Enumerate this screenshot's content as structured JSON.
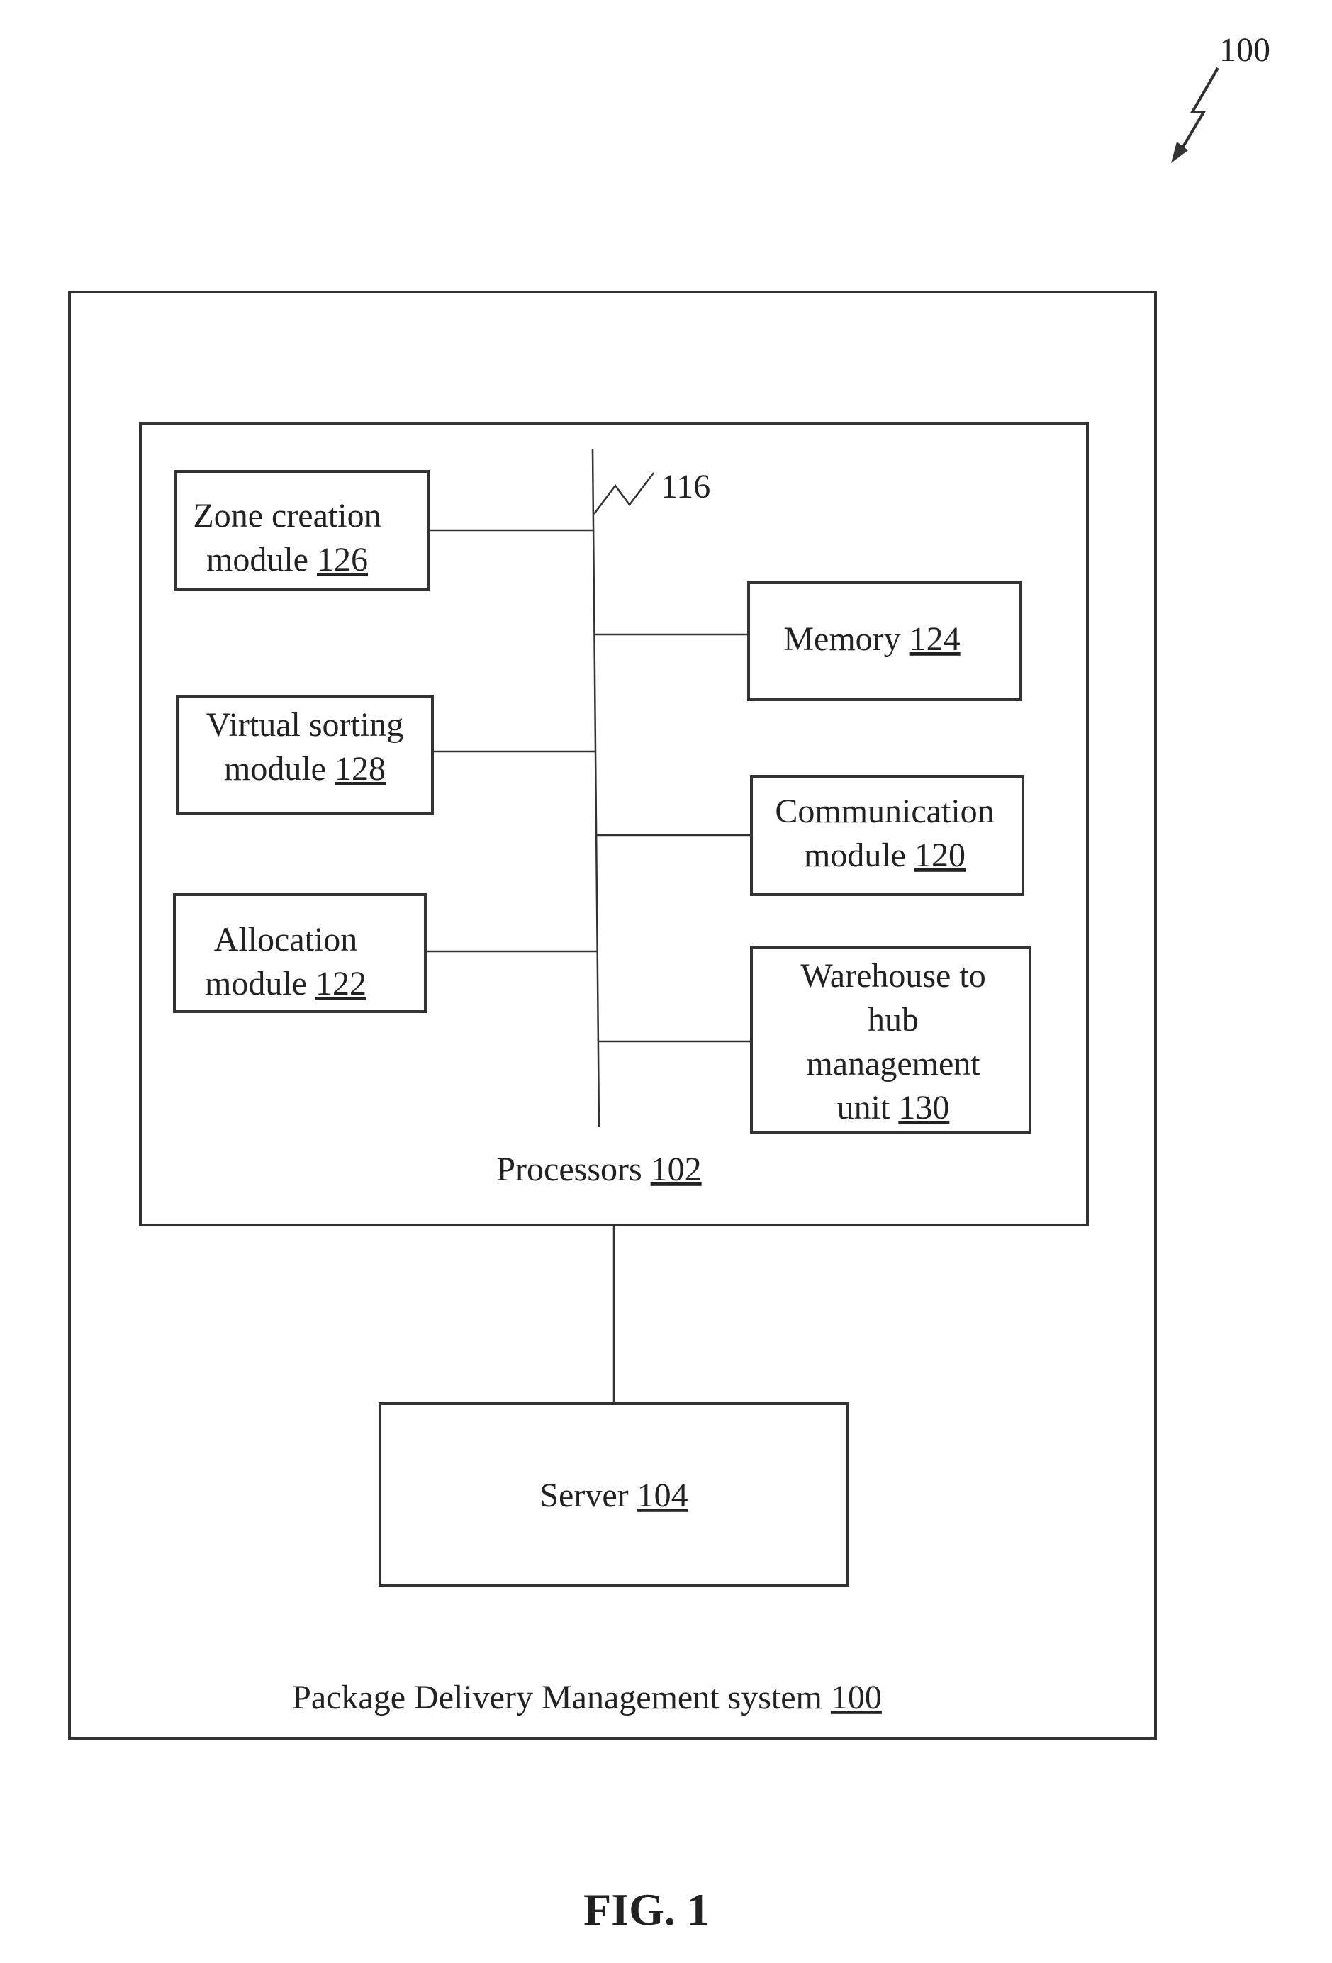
{
  "figure_ref": "100",
  "bus_ref": "116",
  "system": {
    "label": "Package Delivery Management system",
    "ref": "100"
  },
  "processors": {
    "label": "Processors",
    "ref": "102"
  },
  "server": {
    "label": "Server",
    "ref": "104"
  },
  "modules": {
    "zone_creation": {
      "line1": "Zone creation",
      "line2": "module",
      "ref": "126"
    },
    "virtual_sorting": {
      "line1": "Virtual sorting",
      "line2": "module",
      "ref": "128"
    },
    "allocation": {
      "line1": "Allocation",
      "line2": "module",
      "ref": "122"
    },
    "memory": {
      "label": "Memory",
      "ref": "124"
    },
    "communication": {
      "line1": "Communication",
      "line2": "module",
      "ref": "120"
    },
    "warehouse": {
      "line1": "Warehouse to",
      "line2": "hub",
      "line3": "management",
      "line4": "unit",
      "ref": "130"
    }
  },
  "caption": "FIG. 1"
}
